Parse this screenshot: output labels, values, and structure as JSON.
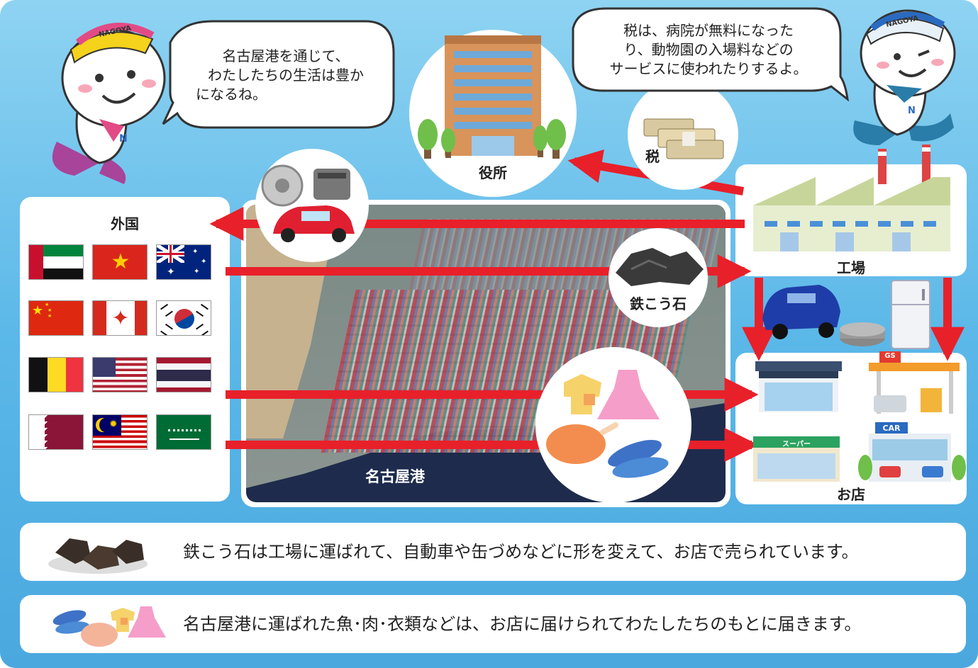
{
  "speech": {
    "left": [
      "名古屋港を通じて、",
      "わたしたちの生活は豊か",
      "になるね。"
    ],
    "right": [
      "税は、病院が無料になった",
      "り、動物園の入場料などの",
      "サービスに使われたりするよ。"
    ]
  },
  "labels": {
    "city_hall": "役所",
    "tax": "税",
    "foreign": "外国",
    "factory": "工場",
    "iron_ore": "鉄こう石",
    "port": "名古屋港",
    "shops": "お店"
  },
  "store_signs": {
    "gas": "GS",
    "supermarket": "スーパー",
    "car": "CAR"
  },
  "mascot_hat": "NAGOYA",
  "mascot_badge": "N",
  "flags": [
    "uae",
    "vietnam",
    "australia",
    "china",
    "canada",
    "korea",
    "belgium",
    "usa",
    "thailand",
    "qatar",
    "malaysia",
    "saudi"
  ],
  "footer": {
    "line1": "鉄こう石は工場に運ばれて、自動車や缶づめなどに形を変えて、お店で売られています。",
    "line2": "名古屋港に運ばれた魚･肉･衣類などは、お店に届けられてわたしたちのもとに届きます。"
  },
  "colors": {
    "arrow": "#e8202a",
    "sky": "#5bb8e8",
    "port_bg": "#1e2b4c"
  }
}
